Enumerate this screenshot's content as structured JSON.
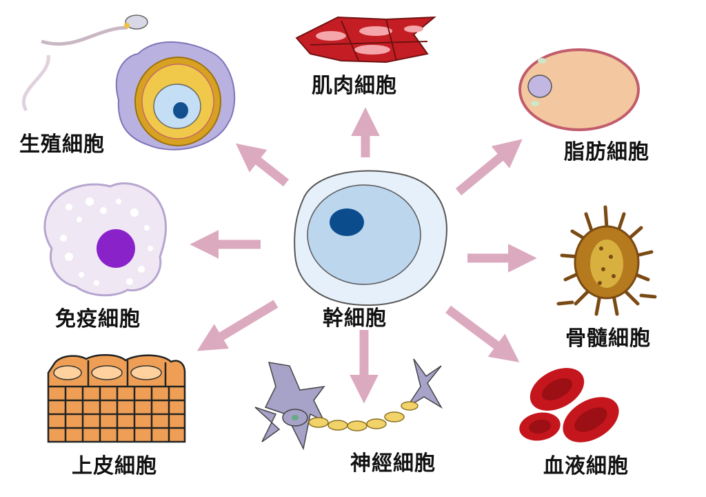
{
  "colors": {
    "arrow": "#dcaabe",
    "background": "#ffffff"
  },
  "center": {
    "label": "幹細胞",
    "icon": "stem-cell-icon"
  },
  "cells": [
    {
      "key": "muscle",
      "label": "肌肉細胞",
      "icon": "muscle-cell-icon"
    },
    {
      "key": "germ",
      "label": "生殖細胞",
      "icon": "germ-cell-icon"
    },
    {
      "key": "fat",
      "label": "脂肪細胞",
      "icon": "fat-cell-icon"
    },
    {
      "key": "immune",
      "label": "免疫細胞",
      "icon": "immune-cell-icon"
    },
    {
      "key": "marrow",
      "label": "骨髓細胞",
      "icon": "bone-marrow-cell-icon"
    },
    {
      "key": "epithelial",
      "label": "上皮細胞",
      "icon": "epithelial-cell-icon"
    },
    {
      "key": "nerve",
      "label": "神經細胞",
      "icon": "nerve-cell-icon"
    },
    {
      "key": "blood",
      "label": "血液細胞",
      "icon": "blood-cell-icon"
    }
  ]
}
